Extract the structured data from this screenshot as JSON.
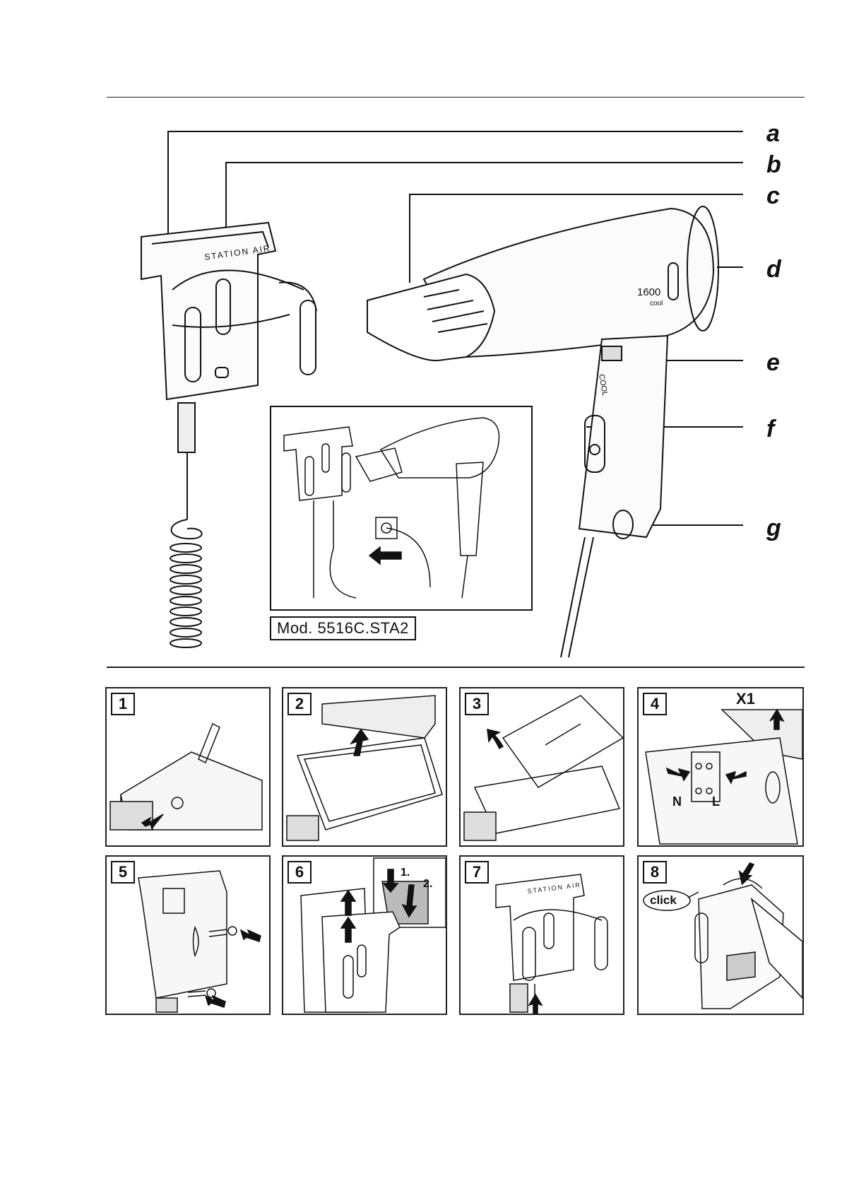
{
  "overview": {
    "part_labels": [
      "a",
      "b",
      "c",
      "d",
      "e",
      "f",
      "g"
    ],
    "station_text": "STATION AIR",
    "dryer_power": "1600",
    "dryer_mode": "cool",
    "switch_label": "COOL",
    "model_label": "Mod. 5516C.STA2"
  },
  "steps": {
    "numbers": [
      "1",
      "2",
      "3",
      "4",
      "5",
      "6",
      "7",
      "8"
    ],
    "step4_zoom": "X1",
    "step4_neutral": "N",
    "step4_live": "L",
    "step6_first": "1.",
    "step6_second": "2.",
    "step8_callout": "click"
  }
}
